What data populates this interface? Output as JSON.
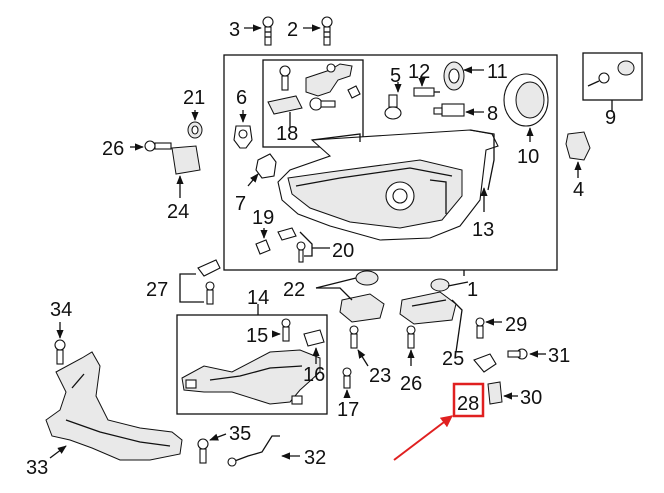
{
  "callouts": {
    "c1": "1",
    "c2": "2",
    "c3": "3",
    "c4": "4",
    "c5": "5",
    "c6": "6",
    "c7": "7",
    "c8": "8",
    "c9": "9",
    "c10": "10",
    "c11": "11",
    "c12": "12",
    "c13": "13",
    "c14": "14",
    "c15": "15",
    "c16": "16",
    "c17": "17",
    "c18": "18",
    "c19": "19",
    "c20": "20",
    "c21": "21",
    "c22": "22",
    "c23": "23",
    "c24": "24",
    "c25": "25",
    "c26a": "26",
    "c26b": "26",
    "c27": "27",
    "c28": "28",
    "c29": "29",
    "c30": "30",
    "c31": "31",
    "c32": "32",
    "c33": "33",
    "c34": "34",
    "c35": "35"
  },
  "highlight": {
    "part": "28",
    "color": "#e02020"
  },
  "colors": {
    "line": "#111111",
    "fill": "#ffffff",
    "shade": "#e9e9e9",
    "highlight": "#e02020"
  }
}
